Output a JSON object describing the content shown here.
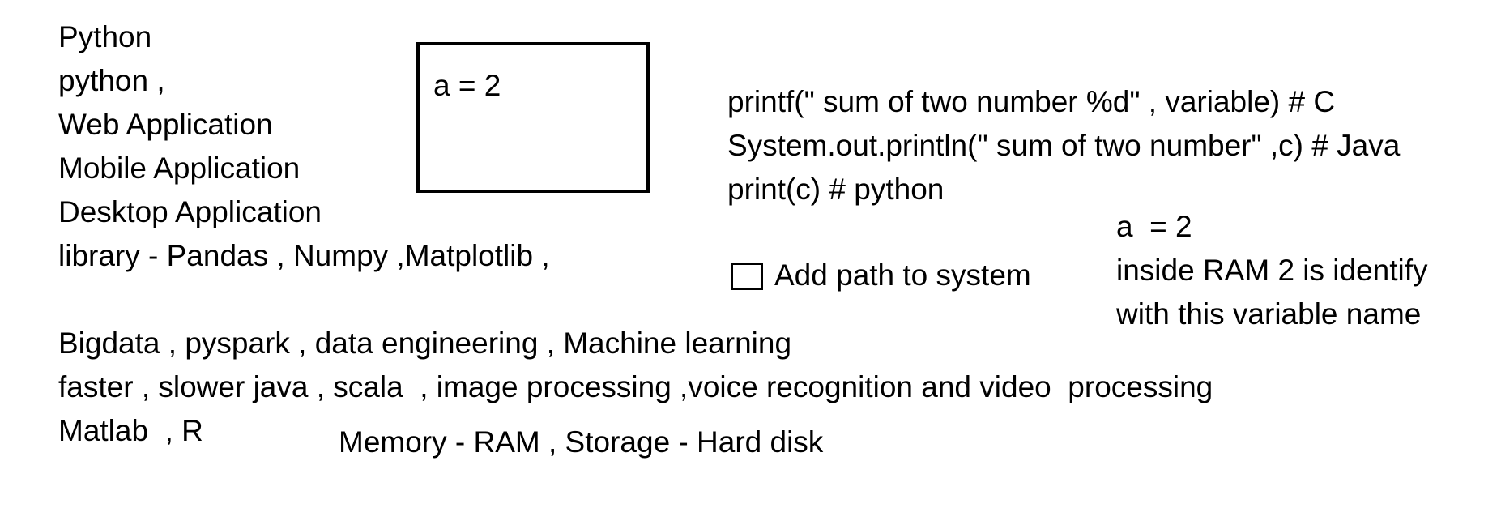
{
  "left_notes": [
    "Python",
    "python ,",
    "Web Application",
    "Mobile Application",
    "Desktop Application",
    "library - Pandas , Numpy ,Matplotlib ,"
  ],
  "box": {
    "text": "a = 2"
  },
  "code_lines": [
    "printf(\" sum of two number %d\" , variable) # C",
    "System.out.println(\" sum of two number\" ,c) # Java",
    "print(c) # python"
  ],
  "checkbox": {
    "label": "Add path to system",
    "checked": false
  },
  "variable_note": [
    "a  = 2",
    "inside RAM 2 is identify",
    "with this variable name"
  ],
  "bottom_notes": [
    "Bigdata , pyspark , data engineering , Machine learning",
    "faster , slower java , scala  , image processing ,voice recognition and video  processing",
    "Matlab  , R"
  ],
  "memory_note": "Memory - RAM , Storage - Hard disk"
}
